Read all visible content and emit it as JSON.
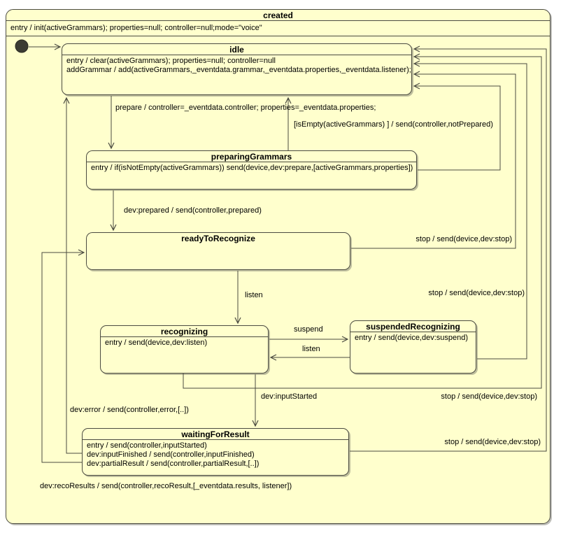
{
  "colors": {
    "canvas_background": "#ffffff",
    "state_fill": "#ffffcd",
    "line": "#4b4b41",
    "text": "#000000",
    "initial_state_fill": "#3c3c34"
  },
  "outer_state": {
    "title": "created",
    "entry": "entry / init(activeGrammars); properties=null; controller=null;mode=\"voice\""
  },
  "states": {
    "idle": {
      "title": "idle",
      "body": [
        "entry / clear(activeGrammars); properties=null; controller=null",
        "addGrammar / add(activeGrammars,_eventdata.grammar,_eventdata.properties,_eventdata.listener);"
      ]
    },
    "preparingGrammars": {
      "title": "preparingGrammars",
      "body": [
        "entry / if(isNotEmpty(activeGrammars)) send(device,dev:prepare,[activeGrammars,properties])"
      ]
    },
    "readyToRecognize": {
      "title": "readyToRecognize",
      "body": []
    },
    "recognizing": {
      "title": "recognizing",
      "body": [
        "entry / send(device,dev:listen)"
      ]
    },
    "suspendedRecognizing": {
      "title": "suspendedRecognizing",
      "body": [
        "entry / send(device,dev:suspend)"
      ]
    },
    "waitingForResult": {
      "title": "waitingForResult",
      "body": [
        "entry / send(controller,inputStarted)",
        "dev:inputFinished / send(controller,inputFinished)",
        "dev:partialResult / send(controller,partialResult,[..])"
      ]
    }
  },
  "transitions": {
    "prepare": "prepare / controller=_eventdata.controller; properties=_eventdata.properties;",
    "not_prepared": "[isEmpty(activeGrammars) ] / send(controller,notPrepared)",
    "dev_prepared": "dev:prepared / send(controller,prepared)",
    "stop_ready": "stop / send(device,dev:stop)",
    "stop_suspended": "stop / send(device,dev:stop)",
    "stop_recognizing": "stop / send(device,dev:stop)",
    "stop_waiting": "stop / send(device,dev:stop)",
    "listen": "listen",
    "suspend": "suspend",
    "listen_resume": "listen",
    "dev_input_started": "dev:inputStarted",
    "dev_error": "dev:error / send(controller,error,[..])",
    "dev_reco_results": "dev:recoResults / send(controller,recoResult,[_eventdata.results, listener])"
  }
}
